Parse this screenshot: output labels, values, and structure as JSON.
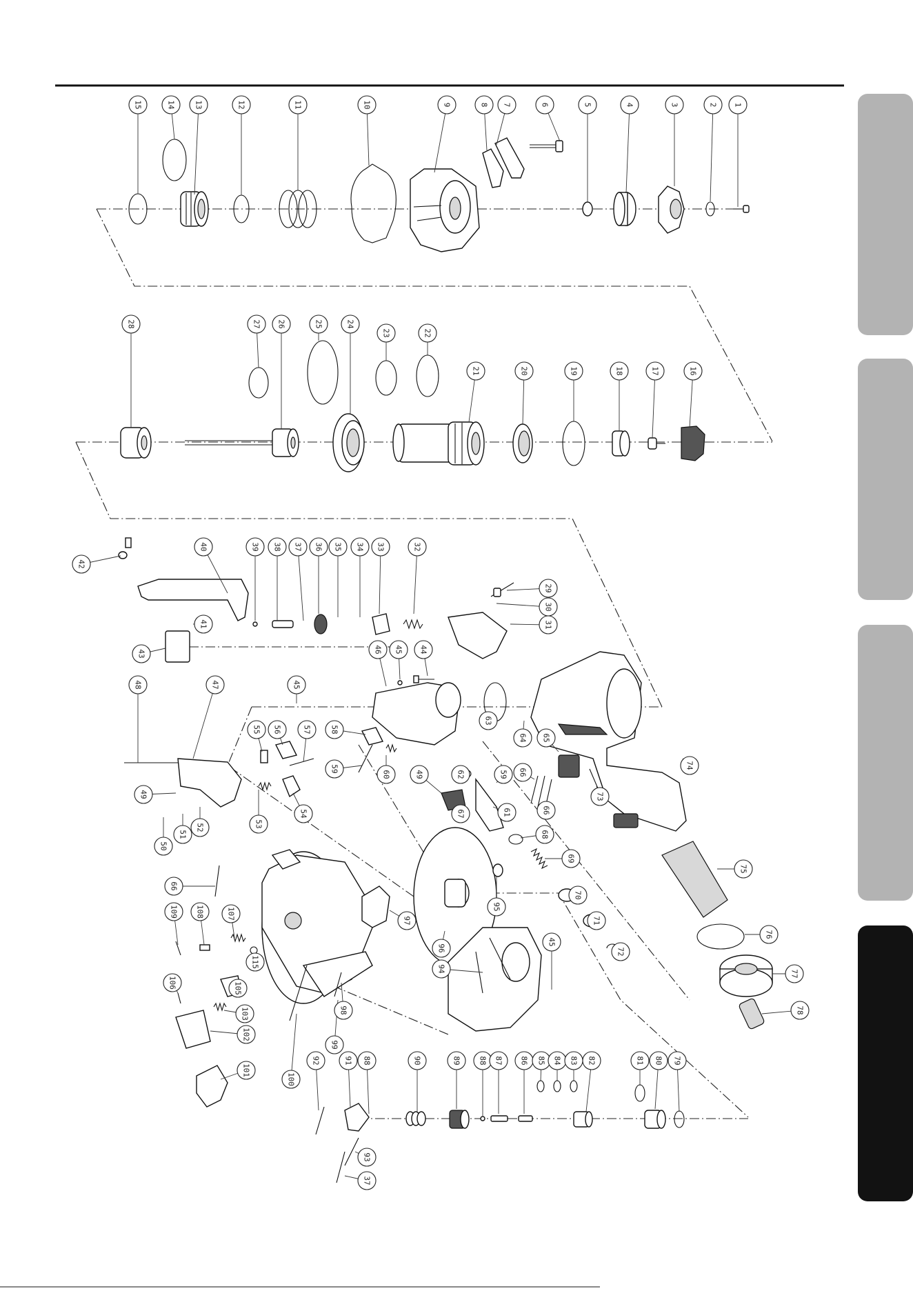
{
  "page": {
    "footer_fragment": "",
    "side_tabs": [
      {
        "label": "",
        "active": false,
        "color": "#b3b3b3"
      },
      {
        "label": "",
        "active": false,
        "color": "#b3b3b3"
      },
      {
        "label": "",
        "active": false,
        "color": "#b3b3b3"
      },
      {
        "label": "",
        "active": true,
        "color": "#121212"
      }
    ]
  },
  "callouts": [
    {
      "label": "1"
    },
    {
      "label": "2"
    },
    {
      "label": "3"
    },
    {
      "label": "4"
    },
    {
      "label": "5"
    },
    {
      "label": "6"
    },
    {
      "label": "7"
    },
    {
      "label": "8"
    },
    {
      "label": "9"
    },
    {
      "label": "10"
    },
    {
      "label": "11"
    },
    {
      "label": "12"
    },
    {
      "label": "13"
    },
    {
      "label": "14"
    },
    {
      "label": "15"
    },
    {
      "label": "16"
    },
    {
      "label": "17"
    },
    {
      "label": "18"
    },
    {
      "label": "19"
    },
    {
      "label": "20"
    },
    {
      "label": "21"
    },
    {
      "label": "22"
    },
    {
      "label": "23"
    },
    {
      "label": "24"
    },
    {
      "label": "25"
    },
    {
      "label": "26"
    },
    {
      "label": "27"
    },
    {
      "label": "28"
    },
    {
      "label": "29"
    },
    {
      "label": "30"
    },
    {
      "label": "31"
    },
    {
      "label": "32"
    },
    {
      "label": "33"
    },
    {
      "label": "34"
    },
    {
      "label": "35"
    },
    {
      "label": "36"
    },
    {
      "label": "37"
    },
    {
      "label": "38"
    },
    {
      "label": "39"
    },
    {
      "label": "40"
    },
    {
      "label": "41"
    },
    {
      "label": "42"
    },
    {
      "label": "43"
    },
    {
      "label": "44"
    },
    {
      "label": "45"
    },
    {
      "label": "46"
    },
    {
      "label": "47"
    },
    {
      "label": "45"
    },
    {
      "label": "48"
    },
    {
      "label": "49"
    },
    {
      "label": "50"
    },
    {
      "label": "51"
    },
    {
      "label": "52"
    },
    {
      "label": "53"
    },
    {
      "label": "54"
    },
    {
      "label": "55"
    },
    {
      "label": "56"
    },
    {
      "label": "57"
    },
    {
      "label": "58"
    },
    {
      "label": "59"
    },
    {
      "label": "60"
    },
    {
      "label": "61"
    },
    {
      "label": "62"
    },
    {
      "label": "49"
    },
    {
      "label": "59"
    },
    {
      "label": "63"
    },
    {
      "label": "64"
    },
    {
      "label": "65"
    },
    {
      "label": "66"
    },
    {
      "label": "66"
    },
    {
      "label": "67"
    },
    {
      "label": "68"
    },
    {
      "label": "69"
    },
    {
      "label": "70"
    },
    {
      "label": "71"
    },
    {
      "label": "72"
    },
    {
      "label": "73"
    },
    {
      "label": "74"
    },
    {
      "label": "75"
    },
    {
      "label": "76"
    },
    {
      "label": "77"
    },
    {
      "label": "78"
    },
    {
      "label": "66"
    },
    {
      "label": "97"
    },
    {
      "label": "95"
    },
    {
      "label": "96"
    },
    {
      "label": "94"
    },
    {
      "label": "45"
    },
    {
      "label": "115"
    },
    {
      "label": "107"
    },
    {
      "label": "108"
    },
    {
      "label": "109"
    },
    {
      "label": "106"
    },
    {
      "label": "105"
    },
    {
      "label": "103"
    },
    {
      "label": "102"
    },
    {
      "label": "101"
    },
    {
      "label": "100"
    },
    {
      "label": "99"
    },
    {
      "label": "98"
    },
    {
      "label": "92"
    },
    {
      "label": "91"
    },
    {
      "label": "88"
    },
    {
      "label": "90"
    },
    {
      "label": "89"
    },
    {
      "label": "88"
    },
    {
      "label": "87"
    },
    {
      "label": "86"
    },
    {
      "label": "85"
    },
    {
      "label": "84"
    },
    {
      "label": "83"
    },
    {
      "label": "82"
    },
    {
      "label": "81"
    },
    {
      "label": "80"
    },
    {
      "label": "79"
    },
    {
      "label": "93"
    },
    {
      "label": "37"
    }
  ]
}
